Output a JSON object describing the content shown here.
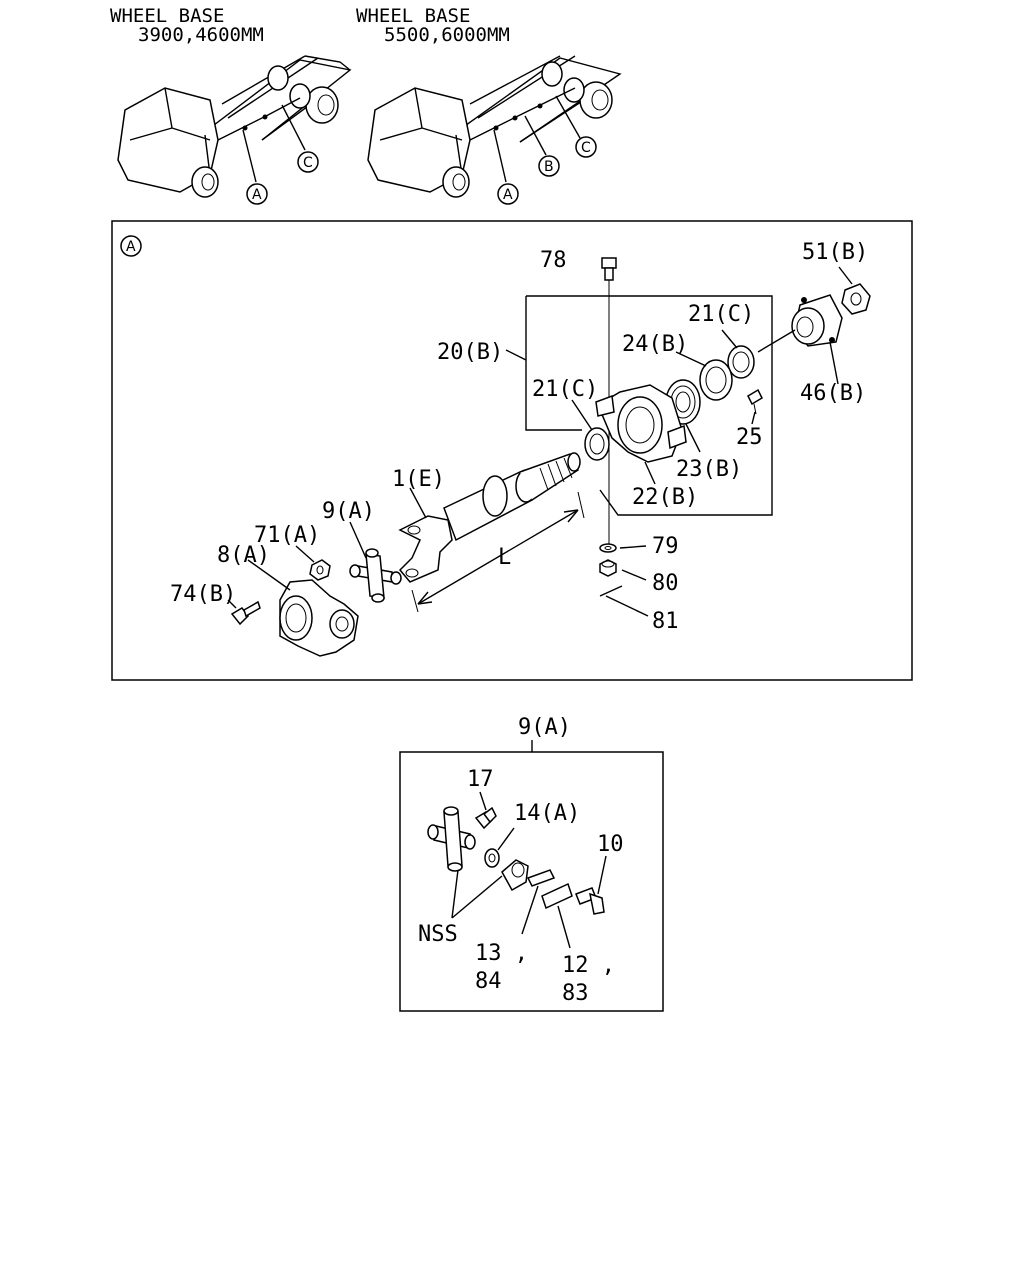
{
  "header_left": {
    "line1": "WHEEL BASE",
    "line2": "3900,4600MM"
  },
  "header_right": {
    "line1": "WHEEL BASE",
    "line2": "5500,6000MM"
  },
  "callouts": {
    "a": "A",
    "b": "B",
    "c": "C"
  },
  "main_labels": {
    "p78": "78",
    "p51b": "51(B)",
    "p20b": "20(B)",
    "p21c_top": "21(C)",
    "p24b": "24(B)",
    "p21c_mid": "21(C)",
    "p46b": "46(B)",
    "p25": "25",
    "p23b": "23(B)",
    "p22b": "22(B)",
    "p1e": "1(E)",
    "p9a": "9(A)",
    "p71a": "71(A)",
    "p8a": "8(A)",
    "p74b": "74(B)",
    "dim_l": "L",
    "p79": "79",
    "p80": "80",
    "p81": "81"
  },
  "detail_labels": {
    "title": "9(A)",
    "p17": "17",
    "p14a": "14(A)",
    "p10": "10",
    "nss": "NSS",
    "p13": "13 ,",
    "p84": "84",
    "p12": "12 ,",
    "p83": "83"
  }
}
